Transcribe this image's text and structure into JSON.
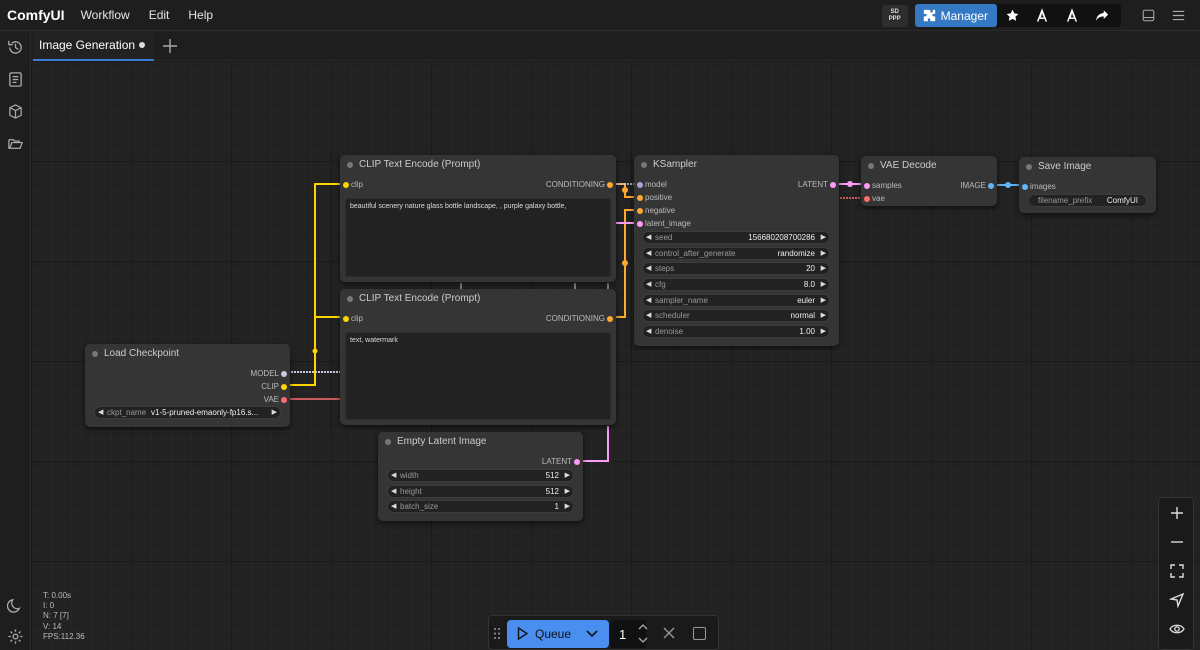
{
  "app": {
    "title": "ComfyUI"
  },
  "menu": {
    "items": [
      "Workflow",
      "Edit",
      "Help"
    ]
  },
  "toolbar": {
    "sd_badge_line1": "SD",
    "sd_badge_line2": "PPP",
    "manager_label": "Manager"
  },
  "tabs": [
    {
      "label": "Image Generation"
    }
  ],
  "nodes": {
    "clip1": {
      "title": "CLIP Text Encode (Prompt)",
      "input": "clip",
      "output": "CONDITIONING",
      "text": "beautiful scenery nature glass bottle landscape, , purple galaxy bottle,"
    },
    "clip2": {
      "title": "CLIP Text Encode (Prompt)",
      "input": "clip",
      "output": "CONDITIONING",
      "text": "text, watermark"
    },
    "ksampler": {
      "title": "KSampler",
      "inputs": [
        "model",
        "positive",
        "negative",
        "latent_image"
      ],
      "output": "LATENT",
      "widgets": [
        {
          "label": "seed",
          "value": "156680208700286"
        },
        {
          "label": "control_after_generate",
          "value": "randomize"
        },
        {
          "label": "steps",
          "value": "20"
        },
        {
          "label": "cfg",
          "value": "8.0"
        },
        {
          "label": "sampler_name",
          "value": "euler"
        },
        {
          "label": "scheduler",
          "value": "normal"
        },
        {
          "label": "denoise",
          "value": "1.00"
        }
      ]
    },
    "vae_decode": {
      "title": "VAE Decode",
      "inputs": [
        "samples",
        "vae"
      ],
      "output": "IMAGE"
    },
    "save_image": {
      "title": "Save Image",
      "input": "images",
      "widget": {
        "label": "filename_prefix",
        "value": "ComfyUI"
      }
    },
    "load_checkpoint": {
      "title": "Load Checkpoint",
      "outputs": [
        "MODEL",
        "CLIP",
        "VAE"
      ],
      "widget": {
        "label": "ckpt_name",
        "value": "v1-5-pruned-emaonly-fp16.s..."
      }
    },
    "empty_latent": {
      "title": "Empty Latent Image",
      "output": "LATENT",
      "widgets": [
        {
          "label": "width",
          "value": "512"
        },
        {
          "label": "height",
          "value": "512"
        },
        {
          "label": "batch_size",
          "value": "1"
        }
      ]
    }
  },
  "link_colors": {
    "clip": "#ffd500",
    "conditioning": "#ffa931",
    "model": "#b39ddb",
    "latent": "#ff9cf9",
    "vae": "#ff6e6e",
    "image": "#64b5f6"
  },
  "queue": {
    "label": "Queue",
    "count": "1"
  },
  "stats": {
    "t": "T: 0.00s",
    "i": "I: 0",
    "n": "N: 7 [7]",
    "v": "V: 14",
    "fps": "FPS:112.36"
  }
}
